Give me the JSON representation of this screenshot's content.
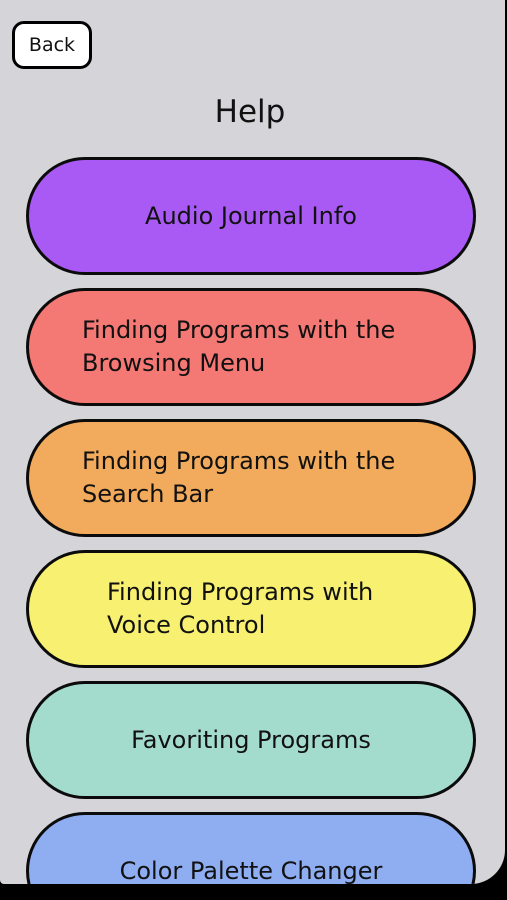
{
  "header": {
    "back_label": "Back",
    "title": "Help"
  },
  "help_items": [
    {
      "label": "Audio Journal Info",
      "color": "#a95af5"
    },
    {
      "label": "Finding Programs with the Browsing Menu",
      "color": "#f47874"
    },
    {
      "label": "Finding Programs with the Search Bar",
      "color": "#f2ab5c"
    },
    {
      "label": "Finding Programs with Voice Control",
      "color": "#f7f071"
    },
    {
      "label": "Favoriting Programs",
      "color": "#a3dccc"
    },
    {
      "label": "Color Palette Changer",
      "color": "#8fadf1"
    }
  ],
  "colors": {
    "background": "#d4d4d9",
    "border": "#0b0b0b"
  }
}
